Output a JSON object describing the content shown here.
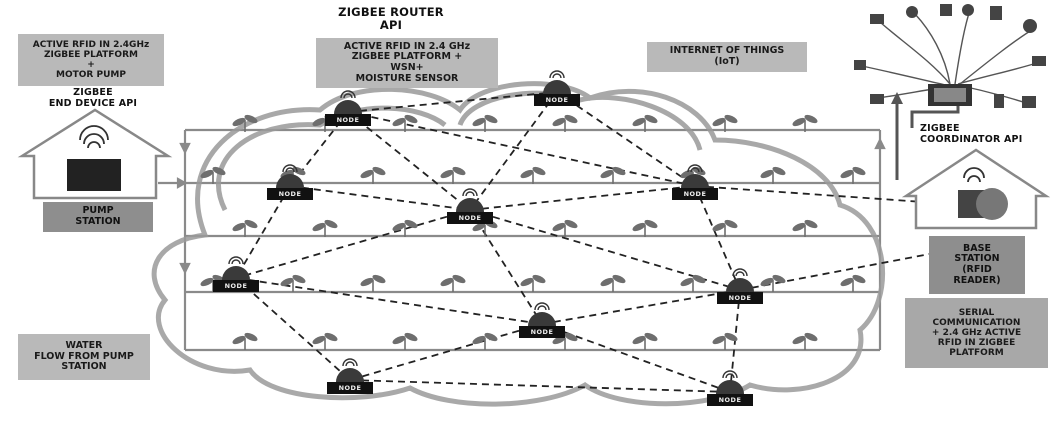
{
  "labels": {
    "router_title": "ZIGBEE ROUTER\nAPI",
    "router_box": "ACTIVE RFID IN 2.4 GHz\nZIGBEE PLATFORM +\nWSN+\nMOISTURE SENSOR",
    "end_device_box": "ACTIVE RFID IN 2.4GHz\nZIGBEE PLATFORM\n+\nMOTOR PUMP",
    "end_device_title": "ZIGBEE\nEND DEVICE API",
    "pump_station": "PUMP\nSTATION",
    "iot_box": "INTERNET OF THINGS\n(IoT)",
    "coordinator_title": "ZIGBEE\nCOORDINATOR API",
    "base_station": "BASE\nSTATION\n(RFID\nREADER)",
    "serial_comm": "SERIAL\nCOMMUNICATION\n+ 2.4 GHz ACTIVE\nRFID IN ZIGBEE\nPLATFORM",
    "water_flow": "WATER\nFLOW FROM PUMP\nSTATION"
  },
  "nodes": [
    {
      "id": "n1",
      "label": "NODE"
    },
    {
      "id": "n2",
      "label": "NODE"
    },
    {
      "id": "n3",
      "label": "NODE"
    },
    {
      "id": "n4",
      "label": "NODE"
    },
    {
      "id": "n5",
      "label": "NODE"
    },
    {
      "id": "n6",
      "label": "NODE"
    },
    {
      "id": "n7",
      "label": "NODE"
    },
    {
      "id": "n8",
      "label": "NODE"
    },
    {
      "id": "n9",
      "label": "NODE"
    },
    {
      "id": "n10",
      "label": "NODE"
    }
  ],
  "colors": {
    "label_box": "#b9b9b9",
    "dark_box": "#8e8e8e",
    "node_body": "#111111",
    "cloud_line": "#9a9a9a",
    "pipe_line": "#8a8a8a",
    "dashed_link": "#222222",
    "plant": "#6e6e6e"
  }
}
